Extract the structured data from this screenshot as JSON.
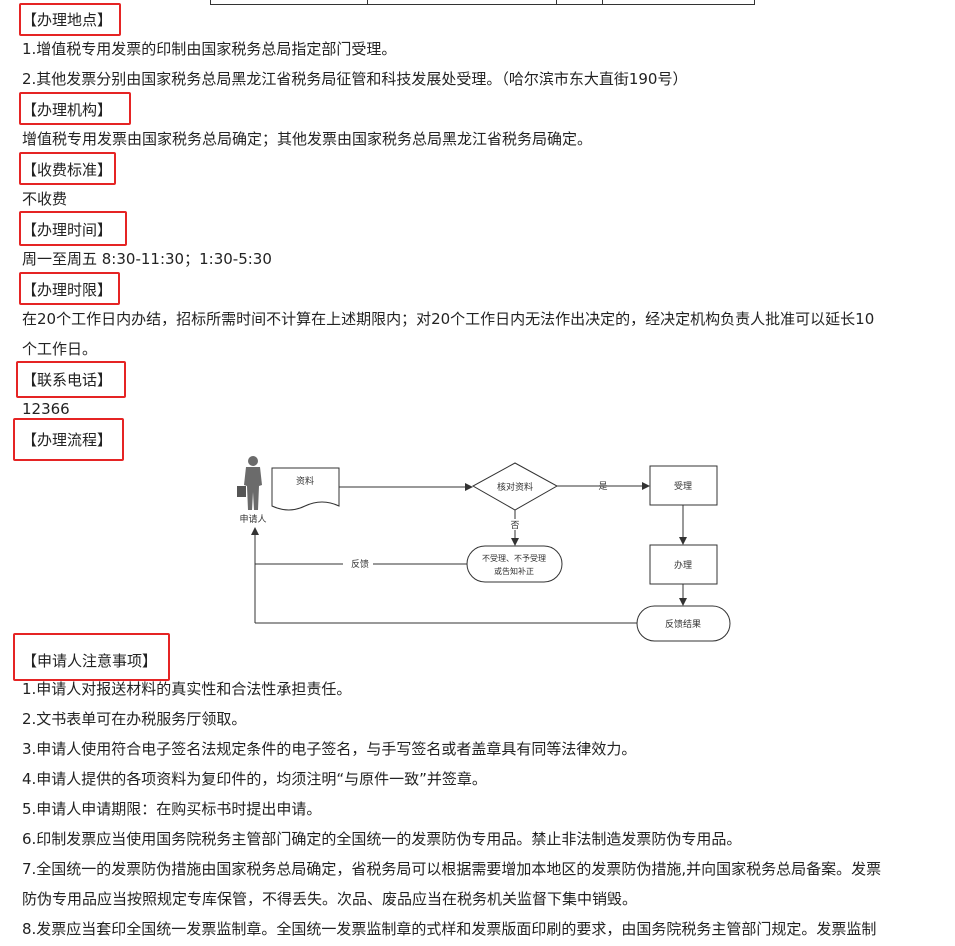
{
  "sections": {
    "location": {
      "heading": "【办理地点】",
      "lines": [
        "1.增值税专用发票的印制由国家税务总局指定部门受理。",
        "2.其他发票分别由国家税务总局黑龙江省税务局征管和科技发展处受理。（哈尔滨市东大直街190号）"
      ]
    },
    "agency": {
      "heading": "【办理机构】",
      "lines": [
        "增值税专用发票由国家税务总局确定；其他发票由国家税务总局黑龙江省税务局确定。"
      ]
    },
    "fee": {
      "heading": "【收费标准】",
      "lines": [
        "不收费"
      ]
    },
    "hours": {
      "heading": "【办理时间】",
      "lines": [
        "周一至周五 8:30-11:30；1:30-5:30"
      ]
    },
    "time_limit": {
      "heading": "【办理时限】",
      "lines": [
        "在20个工作日内办结，招标所需时间不计算在上述期限内；对20个工作日内无法作出决定的，经决定机构负责人批准可以延长10",
        "个工作日。"
      ]
    },
    "phone": {
      "heading": "【联系电话】",
      "lines": [
        "12366"
      ]
    },
    "process": {
      "heading": "【办理流程】"
    },
    "notes": {
      "heading": "【申请人注意事项】",
      "lines": [
        "1.申请人对报送材料的真实性和合法性承担责任。",
        "2.文书表单可在办税服务厅领取。",
        "3.申请人使用符合电子签名法规定条件的电子签名，与手写签名或者盖章具有同等法律效力。",
        "4.申请人提供的各项资料为复印件的，均须注明“与原件一致”并签章。",
        "5.申请人申请期限：在购买标书时提出申请。",
        "6.印制发票应当使用国务院税务主管部门确定的全国统一的发票防伪专用品。禁止非法制造发票防伪专用品。",
        "7.全国统一的发票防伪措施由国家税务总局确定，省税务局可以根据需要增加本地区的发票防伪措施,并向国家税务总局备案。发票",
        "防伪专用品应当按照规定专库保管，不得丢失。次品、废品应当在税务机关监督下集中销毁。",
        "8.发票应当套印全国统一发票监制章。全国统一发票监制章的式样和发票版面印刷的要求，由国务院税务主管部门规定。发票监制"
      ]
    }
  },
  "flowchart": {
    "applicant": "申请人",
    "materials": "资料",
    "review": "核对资料",
    "yes": "是",
    "no": "否",
    "accept": "受理",
    "process": "办理",
    "reject_line1": "不受理、不予受理",
    "reject_line2": "或告知补正",
    "feedback": "反馈",
    "feedback_result": "反馈结果"
  },
  "colors": {
    "heading_box": "#e52424",
    "text": "#222222",
    "diagram_line": "#333333"
  }
}
